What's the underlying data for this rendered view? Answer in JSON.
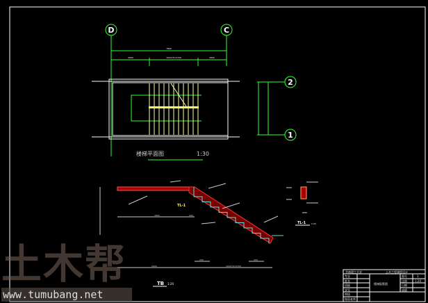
{
  "plan": {
    "axis_left": "D",
    "axis_right": "C",
    "axis_top": "2",
    "axis_bottom": "1",
    "dim_total": "7800",
    "dim_left": "2600",
    "dim_mid": "10X270=2700",
    "dim_right": "2600",
    "title": "楼梯平面图",
    "scale": "1:30"
  },
  "section": {
    "beam_tag": "TL-1",
    "dim_landing": "1800",
    "dim_small": "200",
    "dim_bottom_left": "2600",
    "dim_bottom_mid": "10X270=2700",
    "dim_a": "200",
    "dim_b": "200",
    "title": "TB",
    "scale": "1:20"
  },
  "beam_detail": {
    "title": "TL-1",
    "scale": "1:20"
  },
  "title_block": {
    "school": "华南理工大学",
    "course": "土木工程课程设计",
    "drawing_name": "楼梯配筋图",
    "rows": [
      "专业",
      "姓名",
      "班级",
      "学号",
      "审核",
      "指导老师"
    ],
    "right_labels": [
      "图号",
      "比例",
      "日期",
      "成绩"
    ],
    "right_values": [
      "1",
      "1:20",
      "",
      ""
    ]
  },
  "watermark": {
    "logo": "土木帮",
    "url": "www.tumubang.net"
  }
}
